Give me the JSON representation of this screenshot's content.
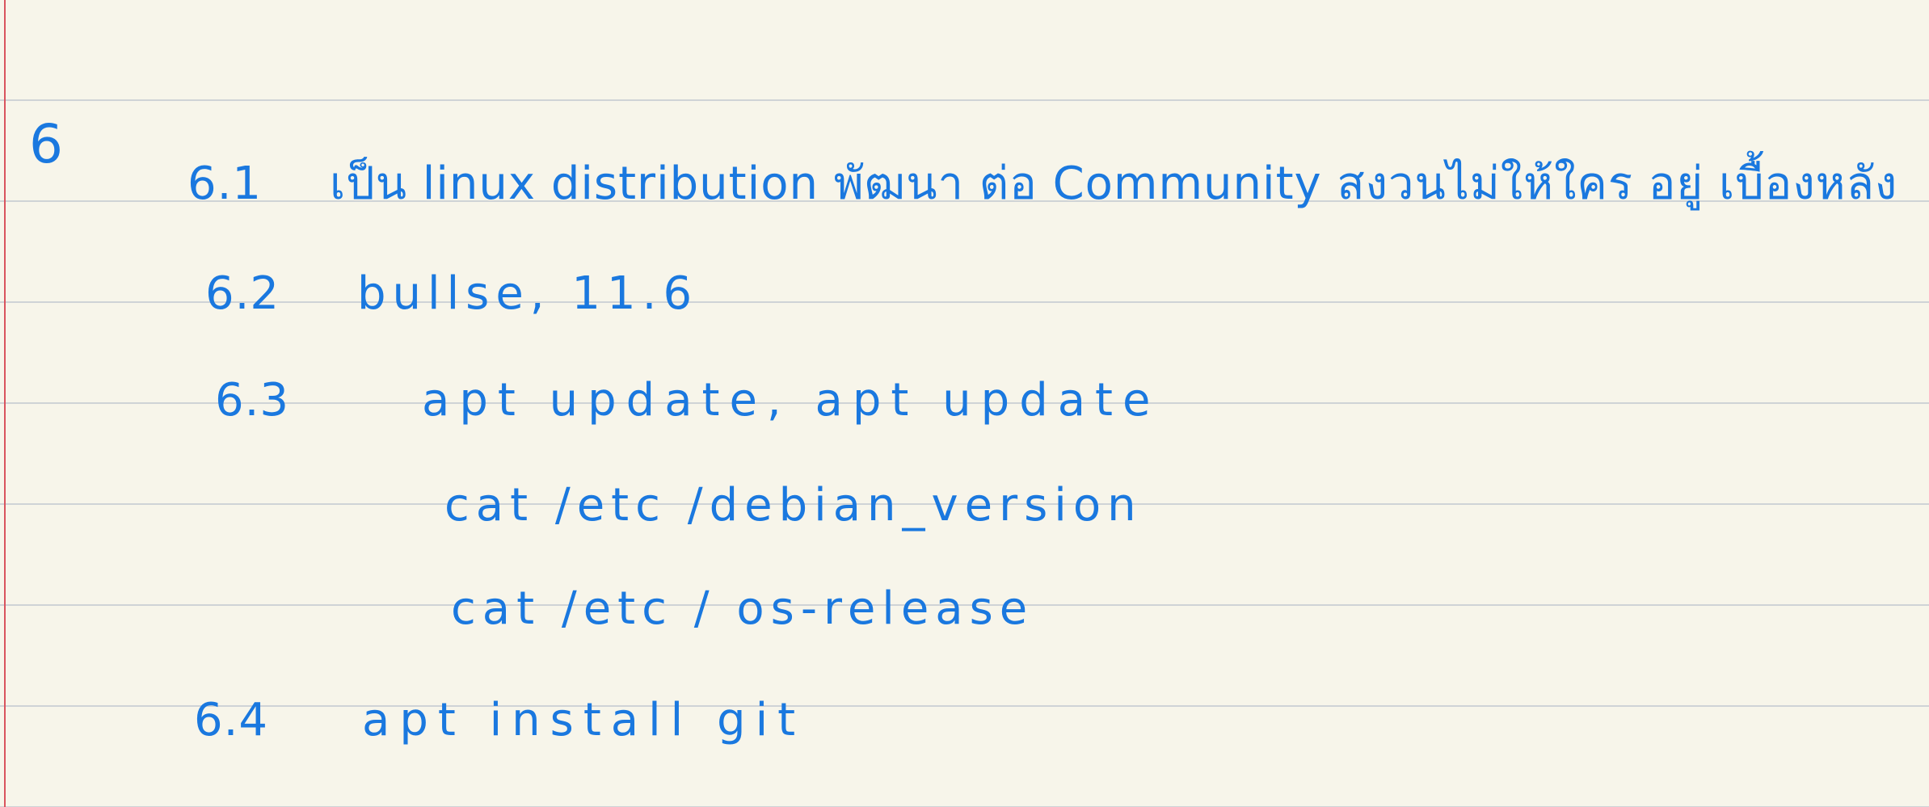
{
  "note": {
    "section_number": "6",
    "lines": [
      {
        "number": "6.1",
        "text": "เป็น linux distribution พัฒนา ต่อ Community สงวนไม่ให้ใคร อยู่ เบื้องหลัง"
      },
      {
        "number": "6.2",
        "text": "bullse, 11.6"
      },
      {
        "number": "6.3",
        "text": "apt update, apt update"
      },
      {
        "number": "",
        "text": "cat /etc /debian_version"
      },
      {
        "number": "",
        "text": "cat /etc / os-release"
      },
      {
        "number": "6.4",
        "text": "apt install git"
      }
    ]
  }
}
